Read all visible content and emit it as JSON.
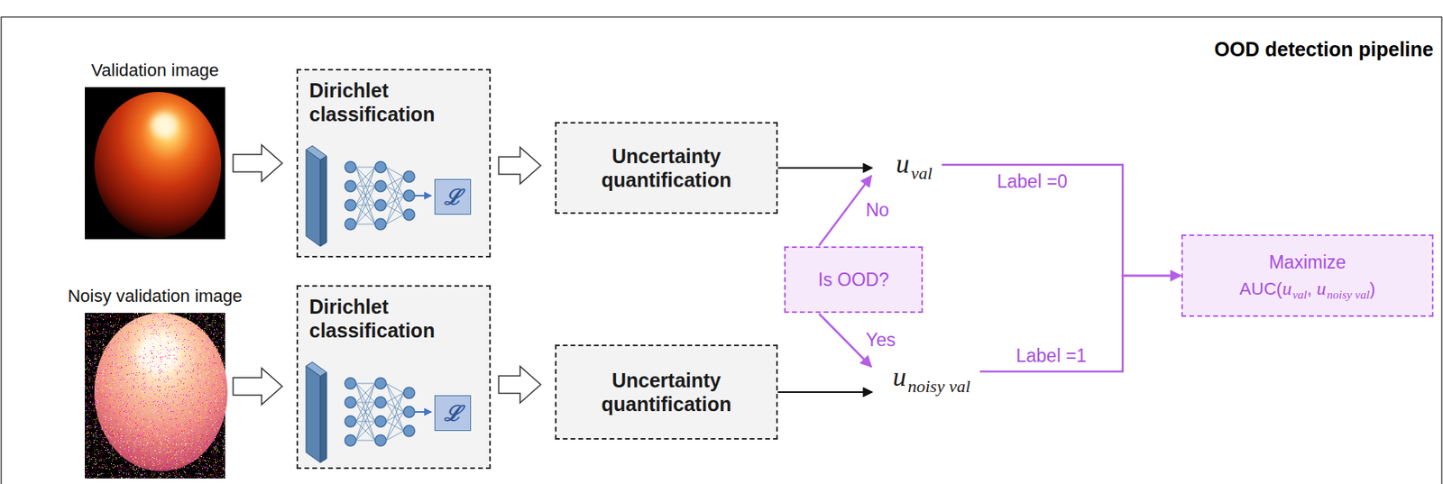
{
  "diagram": {
    "nodes": [
      {
        "text": [
          "Validation image"
        ]
      },
      {
        "text": [
          "Dirichlet classification"
        ]
      },
      {
        "text": [
          "ℒ"
        ],
        "in": 1
      },
      {
        "text": [
          "Uncertainty quantification"
        ]
      },
      {
        "text": [
          "u",
          "val"
        ]
      },
      {
        "text": [
          "Noisy validation image"
        ]
      },
      {
        "text": [
          "Dirichlet classification"
        ]
      },
      {
        "text": [
          "ℒ"
        ],
        "in": 6
      },
      {
        "text": [
          "Uncertainty quantification"
        ]
      },
      {
        "text": [
          "u",
          "noisy val"
        ]
      },
      {
        "text": [
          "Is OOD?"
        ]
      },
      {
        "text": [
          "Maximize",
          "AUC(",
          "u",
          "val",
          ",",
          "u",
          "noisy val",
          ")"
        ]
      }
    ],
    "edges": [
      {
        "from": 0,
        "to": 1,
        "arrow": "to"
      },
      {
        "from": 1,
        "to": 3,
        "arrow": "to"
      },
      {
        "from": 3,
        "to": 4,
        "arrow": "to"
      },
      {
        "from": 5,
        "to": 6,
        "arrow": "to"
      },
      {
        "from": 6,
        "to": 8,
        "arrow": "to"
      },
      {
        "from": 8,
        "to": 9,
        "arrow": "to"
      },
      {
        "from": 10,
        "to": 4,
        "label": "No",
        "arrow": "to"
      },
      {
        "from": 10,
        "to": 9,
        "label": "Yes",
        "arrow": "to"
      },
      {
        "from": 4,
        "to": 11,
        "label": "Label =0",
        "arrow": "to"
      },
      {
        "from": 9,
        "to": 11,
        "label": "Label =1",
        "arrow": "to"
      }
    ],
    "labels": [
      "OOD detection pipeline"
    ]
  }
}
